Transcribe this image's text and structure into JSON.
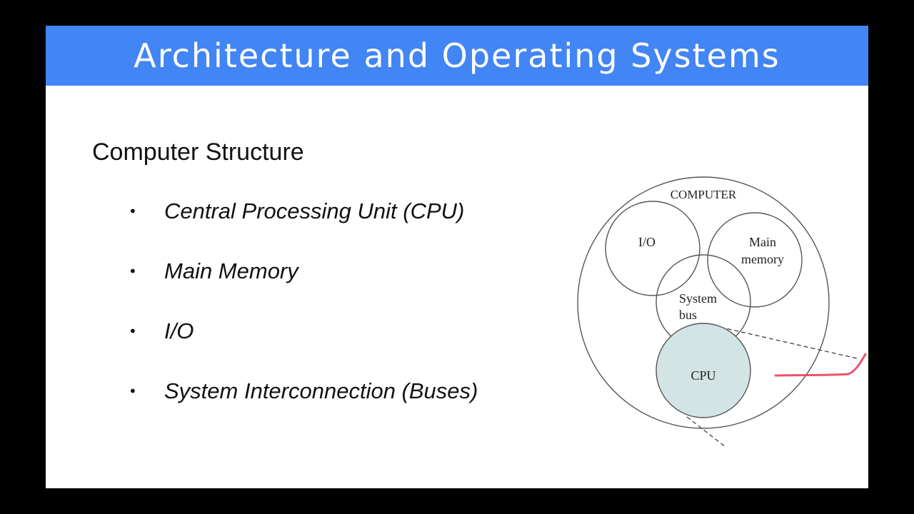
{
  "slide": {
    "title": "Architecture and Operating Systems",
    "heading": "Computer Structure",
    "bullets": [
      "Central Processing Unit (CPU)",
      "Main Memory",
      "I/O",
      "System Interconnection (Buses)"
    ]
  },
  "diagram": {
    "outer_label": "COMPUTER",
    "io_label": "I/O",
    "memory_label_line1": "Main",
    "memory_label_line2": "memory",
    "bus_label_line1": "System",
    "bus_label_line2": "bus",
    "cpu_label": "CPU"
  },
  "colors": {
    "background": "#000000",
    "slide": "#ffffff",
    "title_bar": "#4285f4",
    "cpu_fill": "#d2e4e4",
    "annotation": "#e8354d"
  },
  "icons": {
    "bullet": "•"
  }
}
